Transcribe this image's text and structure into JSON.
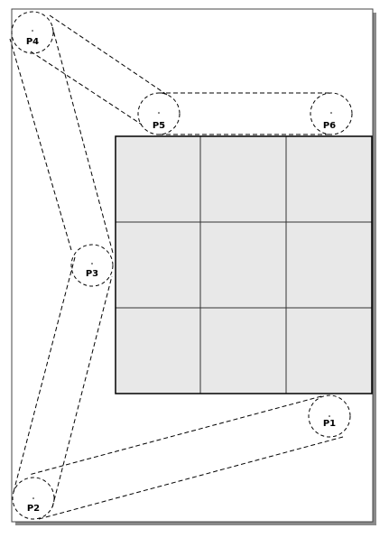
{
  "points": [
    {
      "id": "p1",
      "label": "P1"
    },
    {
      "id": "p2",
      "label": "P2"
    },
    {
      "id": "p3",
      "label": "P3"
    },
    {
      "id": "p4",
      "label": "P4"
    },
    {
      "id": "p5",
      "label": "P5"
    },
    {
      "id": "p6",
      "label": "P6"
    }
  ],
  "grid": {
    "rows": 3,
    "cols": 3
  },
  "colors": {
    "page_border": "#444444",
    "page_shadow": "#8a8a8a",
    "grid_fill": "#e8e8e8",
    "grid_line": "#333333",
    "dash": "#000000"
  }
}
